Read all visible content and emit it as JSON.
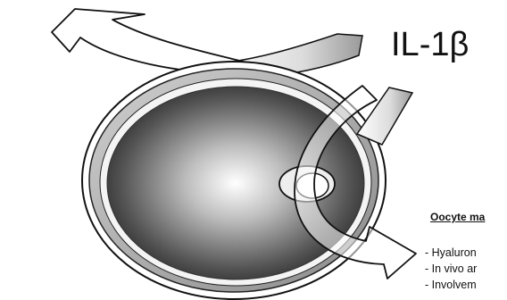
{
  "title_text": "IL-1β",
  "caption": {
    "heading": "Oocyte ma",
    "items": [
      "- Hyaluron",
      "- In vivo ar",
      "- Involvem"
    ]
  },
  "colors": {
    "ink": "#111111",
    "background": "#ffffff"
  }
}
